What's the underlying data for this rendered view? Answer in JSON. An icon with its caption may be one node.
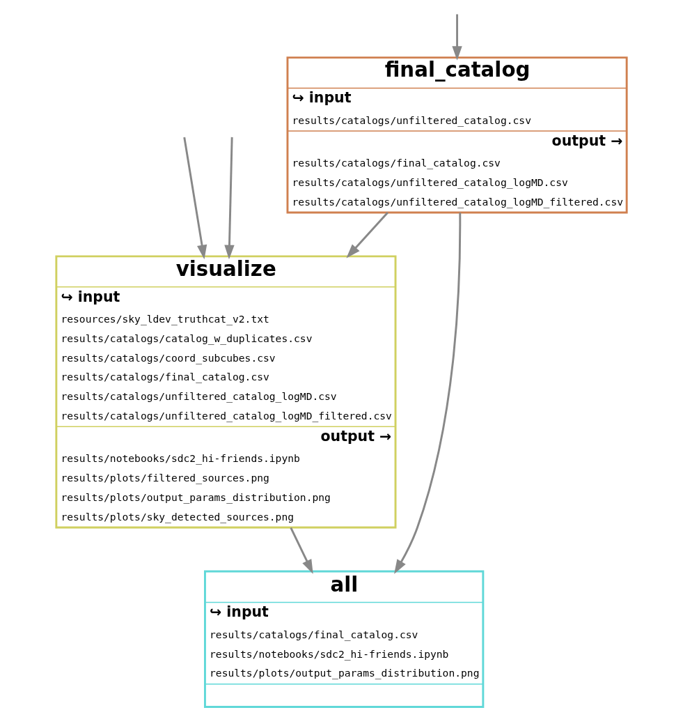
{
  "diagram": {
    "nodes": [
      {
        "text": [
          "final_catalog",
          "↪ input",
          "results/catalogs/unfiltered_catalog.csv",
          "output →",
          "results/catalogs/final_catalog.csv",
          "results/catalogs/unfiltered_catalog_logMD.csv",
          "results/catalogs/unfiltered_catalog_logMD_filtered.csv"
        ]
      },
      {
        "text": [
          "visualize",
          "↪ input",
          "resources/sky_ldev_truthcat_v2.txt",
          "results/catalogs/catalog_w_duplicates.csv",
          "results/catalogs/coord_subcubes.csv",
          "results/catalogs/final_catalog.csv",
          "results/catalogs/unfiltered_catalog_logMD.csv",
          "results/catalogs/unfiltered_catalog_logMD_filtered.csv",
          "output →",
          "results/notebooks/sdc2_hi-friends.ipynb",
          "results/plots/filtered_sources.png",
          "results/plots/output_params_distribution.png",
          "results/plots/sky_detected_sources.png"
        ]
      },
      {
        "text": [
          "all",
          "↪ input",
          "results/catalogs/final_catalog.csv",
          "results/notebooks/sdc2_hi-friends.ipynb",
          "results/plots/output_params_distribution.png"
        ]
      }
    ],
    "edges": [
      {
        "from": null,
        "to": 0,
        "arrow": "to"
      },
      {
        "from": null,
        "to": 1,
        "arrow": "to"
      },
      {
        "from": null,
        "to": 1,
        "arrow": "to"
      },
      {
        "from": 0,
        "to": 1,
        "arrow": "to"
      },
      {
        "from": 0,
        "to": 2,
        "arrow": "to"
      },
      {
        "from": 1,
        "to": 2,
        "arrow": "to"
      }
    ]
  }
}
